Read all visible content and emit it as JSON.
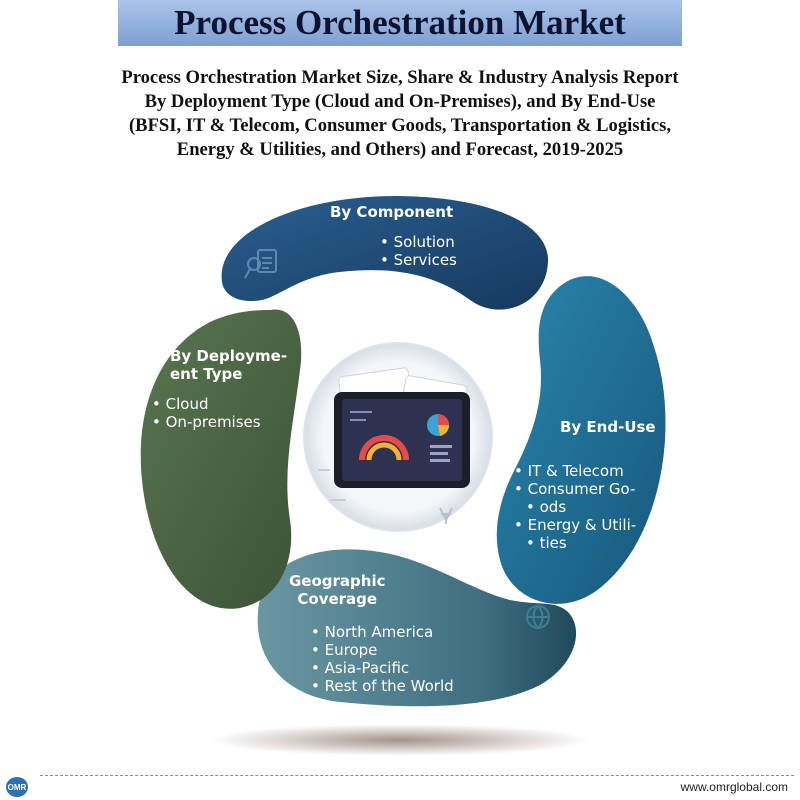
{
  "header": {
    "title": "Process Orchestration Market"
  },
  "subtitle": {
    "line1": "Process Orchestration Market Size, Share & Industry Analysis Report",
    "line2": "By Deployment Type (Cloud and On-Premises), and By End-Use",
    "line3": "(BFSI, IT & Telecom, Consumer Goods, Transportation & Logistics,",
    "line4": "Energy & Utilities, and Others) and Forecast, 2019-2025"
  },
  "segments": {
    "component": {
      "heading": "By Component",
      "items": [
        "Solution",
        "Services"
      ],
      "color": "#1f4e79",
      "icon": "chart-report-icon"
    },
    "end_use": {
      "heading": "By End-Use",
      "items": [
        "IT & Telecom",
        "Consumer Go-",
        "ods",
        "Energy & Utili-",
        "ties"
      ],
      "color": "#1e6b92",
      "icon": "none"
    },
    "geography": {
      "heading_line1": "Geographic",
      "heading_line2": "Coverage",
      "items": [
        "North America",
        "Europe",
        "Asia-Pacific",
        "Rest of the World"
      ],
      "color": "#4a7c8c",
      "icon": "globe-icon"
    },
    "deployment": {
      "heading_line1": "By Deployme-",
      "heading_line2": "ent Type",
      "items": [
        "Cloud",
        "On-premises"
      ],
      "color": "#4c6544",
      "icon": "none"
    }
  },
  "center_image": {
    "icon": "tablet-dashboard-icon"
  },
  "footer": {
    "website": "www.omrglobal.com",
    "logo_text": "OMR"
  }
}
